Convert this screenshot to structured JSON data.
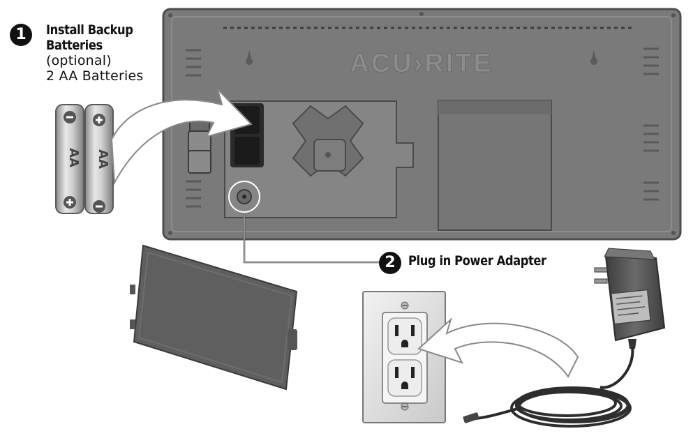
{
  "step1": {
    "number": "1",
    "title_line1": "Install Backup",
    "title_line2": "Batteries",
    "note": "(optional)",
    "detail": "2 AA Batteries"
  },
  "step2": {
    "number": "2",
    "title": "Plug in Power Adapter"
  },
  "brand_logo": "ACU-RITE",
  "battery_label": "AA",
  "colors": {
    "console_body": "#7a7a7a",
    "console_edge": "#5f5f5f",
    "arrow_fill": "#ffffff",
    "outlet_plate": "#e2e2e2",
    "adapter": "#555555"
  }
}
